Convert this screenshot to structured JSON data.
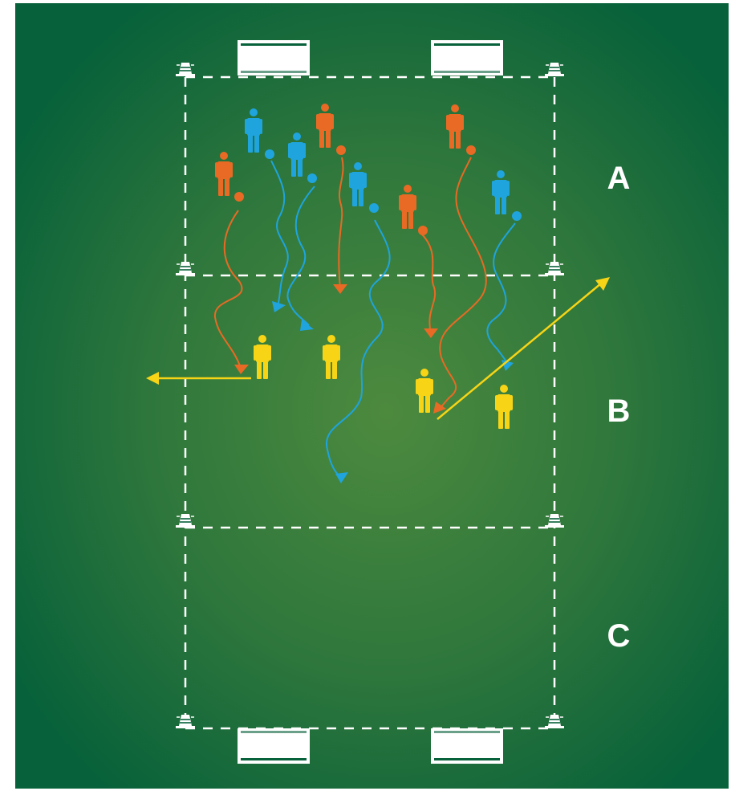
{
  "colors": {
    "pitch_center": "#4d8a3e",
    "pitch_edge": "#07613a",
    "lines": "#ffffff",
    "orange": "#e86a24",
    "blue": "#1fa4dd",
    "yellow": "#f7d416"
  },
  "zones": {
    "a": "A",
    "b": "B",
    "c": "C"
  },
  "icons": {
    "cone": "cone-icon",
    "goal": "goal-icon",
    "player": "player-icon",
    "ball": "ball-icon",
    "arrow": "arrow-icon"
  }
}
